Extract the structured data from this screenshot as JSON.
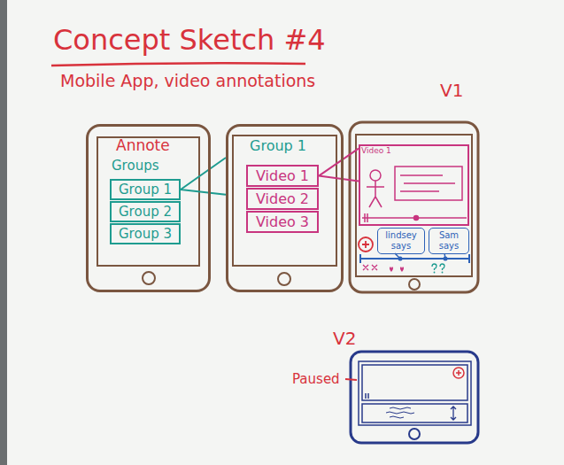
{
  "diagram": {
    "title": "Concept Sketch #4",
    "nodes": [
      {
        "text": [
          "Annote",
          "Groups"
        ]
      },
      {
        "text": [
          "Group 1"
        ],
        "in": 0
      },
      {
        "text": [
          "Group 2"
        ],
        "in": 0
      },
      {
        "text": [
          "Group 3"
        ],
        "in": 0
      },
      {
        "text": [
          "Group 1"
        ]
      },
      {
        "text": [
          "Video 1"
        ],
        "in": 4
      },
      {
        "text": [
          "Video 2"
        ],
        "in": 4
      },
      {
        "text": [
          "Video 3"
        ],
        "in": 4
      },
      {
        "text": [
          "Video 1"
        ]
      },
      {
        "text": [
          "lindsey says"
        ]
      },
      {
        "text": [
          "Sam says"
        ]
      }
    ],
    "edges": [
      {
        "from": 1,
        "to": 4,
        "arrow": "none"
      },
      {
        "from": 5,
        "to": 8,
        "arrow": "none"
      }
    ],
    "labels": [
      "Mobile App, video annotations",
      "V1",
      "V2",
      "Paused"
    ]
  }
}
